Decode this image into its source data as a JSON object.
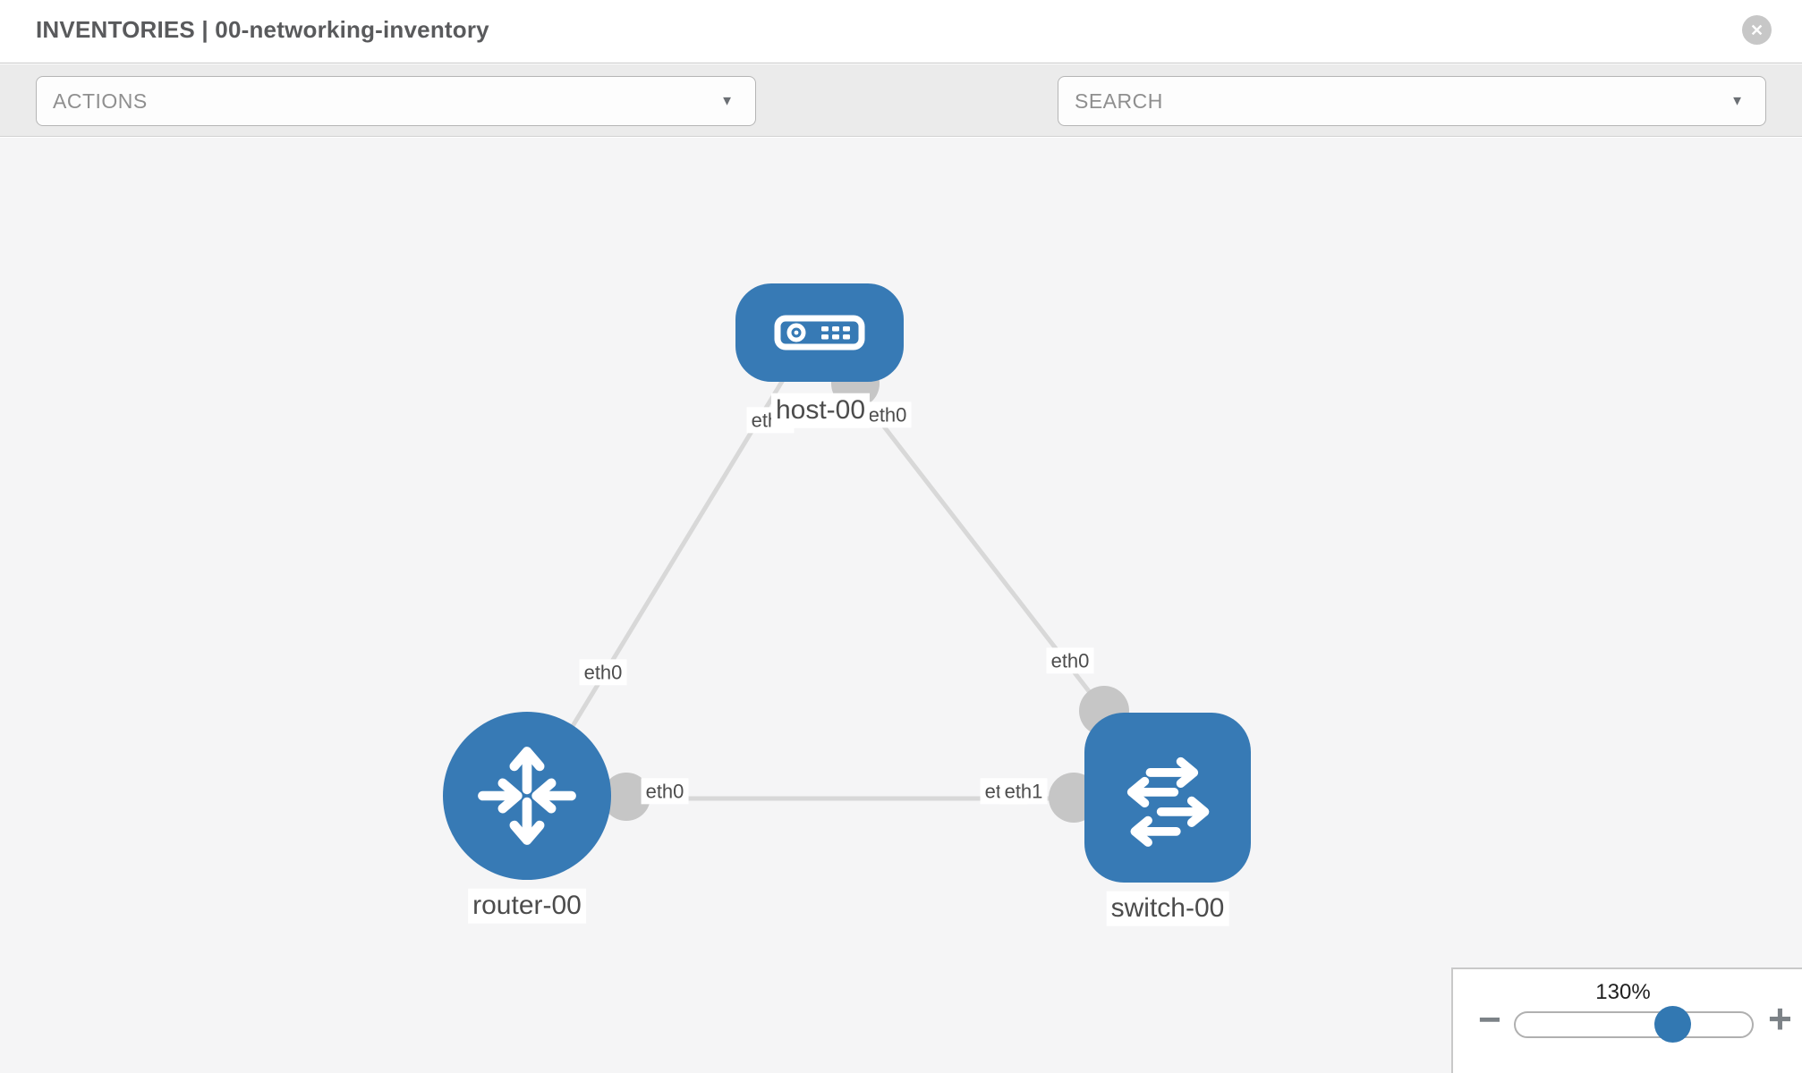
{
  "header": {
    "title": "INVENTORIES | 00-networking-inventory",
    "close_glyph": "✕"
  },
  "toolbar": {
    "actions_label": "ACTIONS",
    "search_placeholder": "SEARCH",
    "caret_glyph": "▼"
  },
  "topology": {
    "nodes": [
      {
        "id": "host-00",
        "label": "host-00",
        "type": "host"
      },
      {
        "id": "router-00",
        "label": "router-00",
        "type": "router"
      },
      {
        "id": "switch-00",
        "label": "switch-00",
        "type": "switch"
      }
    ],
    "links": [
      {
        "from": "host-00",
        "from_if": "eth0",
        "to": "router-00",
        "to_if": "eth0"
      },
      {
        "from": "host-00",
        "from_if": "eth0",
        "to": "switch-00",
        "to_if": "eth0"
      },
      {
        "from": "router-00",
        "from_if": "eth0",
        "to": "switch-00",
        "to_if": "eth1",
        "to_if_overlapped_label": "eth0"
      }
    ]
  },
  "zoom_control": {
    "level": "130%",
    "minus_glyph": "−",
    "plus_glyph": "+"
  },
  "colors": {
    "node_blue": "#377ab5",
    "knob_blue": "#3278b2",
    "link_gray": "#d8d8d8",
    "port_gray": "#c6c6c6",
    "toolbar_gray": "#ebebeb",
    "canvas_gray": "#f5f5f6"
  }
}
